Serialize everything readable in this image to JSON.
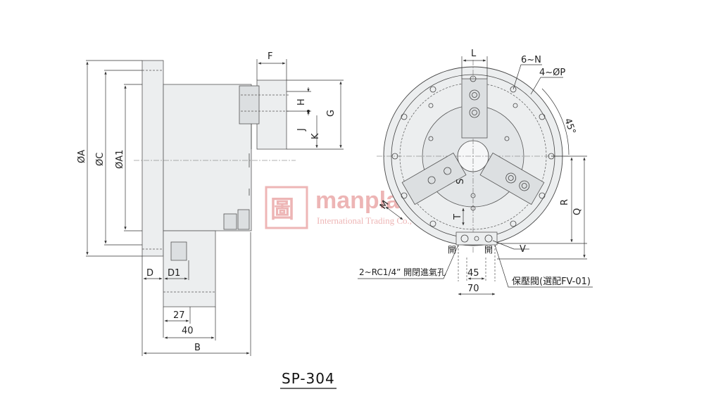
{
  "model": "SP-304",
  "watermark": {
    "text": "manplan",
    "subtext": "International Trading Co., Ltd",
    "logo": "圖"
  },
  "side_view": {
    "dim_labels": {
      "oa": "ØA",
      "oc": "ØC",
      "oa1": "ØA1",
      "f": "F",
      "h": "H",
      "j": "J",
      "k": "K",
      "g": "G",
      "d": "D",
      "d1": "D1",
      "d27": "27",
      "d40": "40",
      "b": "B"
    }
  },
  "front_view": {
    "dim_labels": {
      "l": "L",
      "n": "6~N",
      "p": "4~ØP",
      "angle": "45°",
      "s": "S",
      "m": "M",
      "t": "T",
      "r": "R",
      "q": "Q",
      "v": "V",
      "d45": "45",
      "d70": "70"
    },
    "port_labels": {
      "left": "開",
      "right": "開"
    },
    "callouts": {
      "air_inlet": "2~RC1/4” 開閉進氣孔",
      "pressure_valve": "保壓閥(選配FV-01)"
    }
  },
  "colors": {
    "body": "#eceeef",
    "line": "#444444",
    "watermark": "#e07a7a"
  }
}
